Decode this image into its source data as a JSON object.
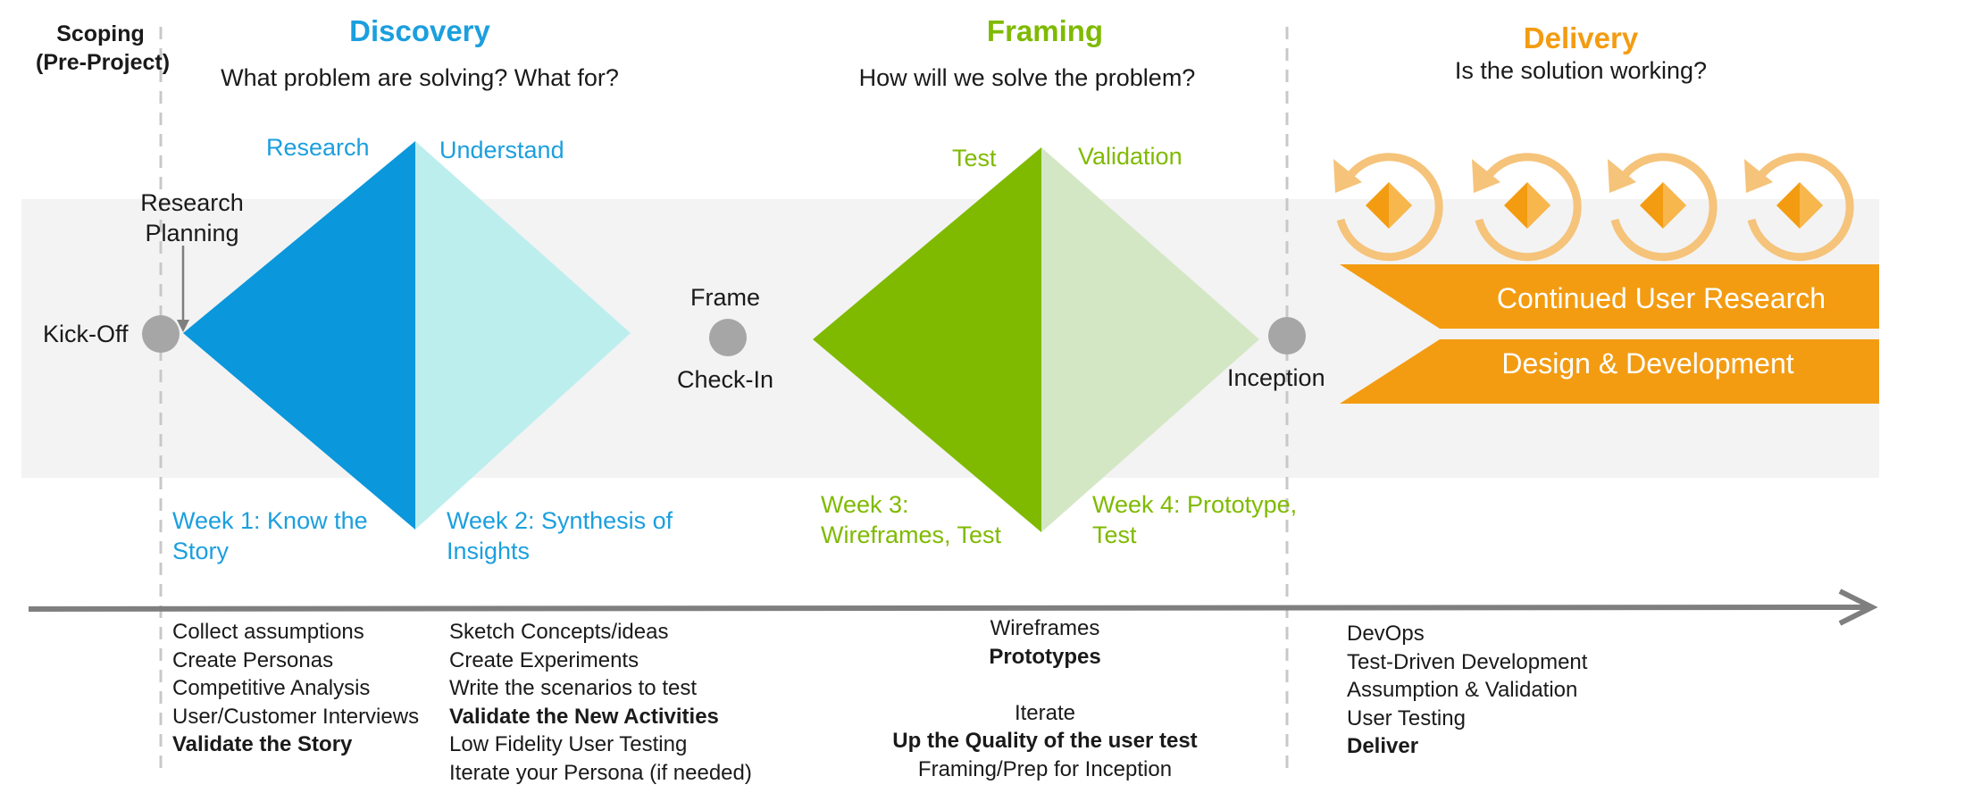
{
  "scoping": {
    "line1": "Scoping",
    "line2": "(Pre-Project)"
  },
  "phases": {
    "discovery": {
      "title": "Discovery",
      "question": "What problem are solving? What for?"
    },
    "framing": {
      "title": "Framing",
      "question": "How will we solve the problem?"
    },
    "delivery": {
      "title": "Delivery",
      "question": "Is the solution working?"
    }
  },
  "diamond_labels": {
    "research": "Research",
    "understand": "Understand",
    "test": "Test",
    "validation": "Validation"
  },
  "milestones": {
    "research_planning_1": "Research",
    "research_planning_2": "Planning",
    "kickoff": "Kick-Off",
    "frame": "Frame",
    "checkin": "Check-In",
    "inception": "Inception"
  },
  "weeks": {
    "week1": "Week 1: Know the Story",
    "week2": "Week 2: Synthesis of Insights",
    "week3": "Week 3: Wireframes, Test",
    "week4": "Week 4: Prototype, Test"
  },
  "ribbons": {
    "top": "Continued User Research",
    "bottom": "Design & Development"
  },
  "lists": {
    "week1": [
      "Collect assumptions",
      "Create Personas",
      "Competitive Analysis",
      "User/Customer Interviews"
    ],
    "week1_bold": "Validate the Story",
    "week2_a": [
      "Sketch Concepts/ideas",
      "Create Experiments",
      "Write the scenarios to test"
    ],
    "week2_bold": "Validate the New Activities",
    "week2_b": [
      "Low Fidelity User Testing",
      "Iterate your Persona (if needed)"
    ],
    "framing_1": "Wireframes",
    "framing_2_bold": "Prototypes",
    "framing_3": "Iterate",
    "framing_4_bold": "Up the Quality of the user test",
    "framing_5": "Framing/Prep for Inception",
    "delivery": [
      "DevOps",
      "Test-Driven Development",
      "Assumption & Validation",
      "User Testing"
    ],
    "delivery_bold": "Deliver"
  },
  "colors": {
    "discovery_blue": "#0a97db",
    "discovery_light": "#bdeeee",
    "framing_green": "#7fba00",
    "framing_light": "#d4e7c5",
    "delivery_orange": "#f39c12",
    "milestone_grey": "#a6a6a6",
    "timeline_grey": "#7f7f7f"
  },
  "icons": [
    "cycle-icon",
    "cycle-icon",
    "cycle-icon",
    "cycle-icon"
  ]
}
